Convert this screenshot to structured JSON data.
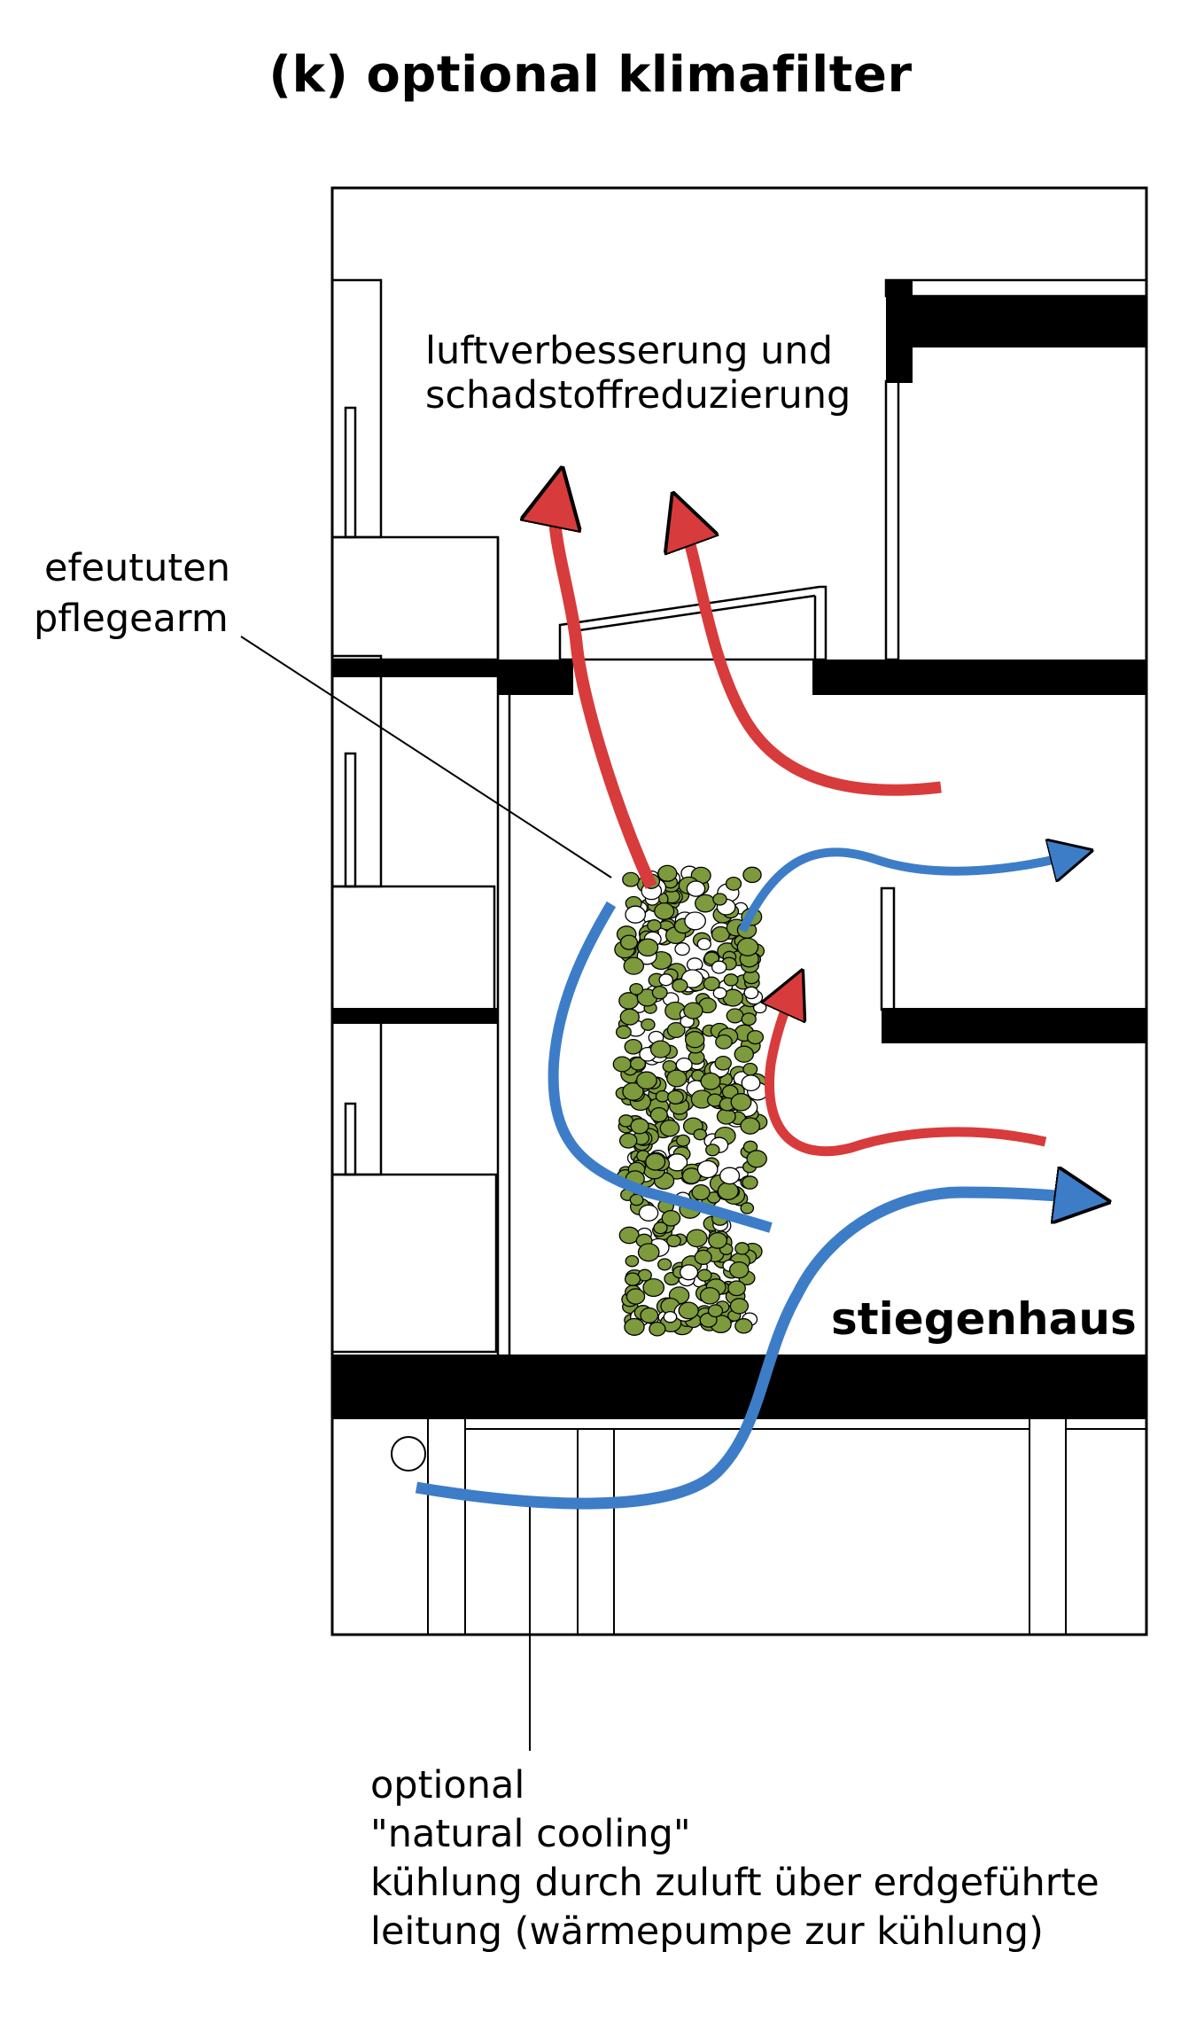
{
  "title": "(k) optional klimafilter",
  "labels": {
    "air_quality": [
      "luftverbesserung und",
      "schadstoffreduzierung"
    ],
    "ivy": [
      "efeututen",
      "pflegearm"
    ],
    "stairwell": "stiegenhaus",
    "cooling": [
      "optional",
      "\"natural cooling\"",
      "kühlung durch zuluft über erdgeführte",
      "leitung (wärmepumpe zur kühlung)"
    ]
  },
  "colors": {
    "warm_air": "#d83b3b",
    "cool_air": "#3d7dc8",
    "ivy_leaf": "#7d9a3c",
    "structure": "#000000"
  }
}
